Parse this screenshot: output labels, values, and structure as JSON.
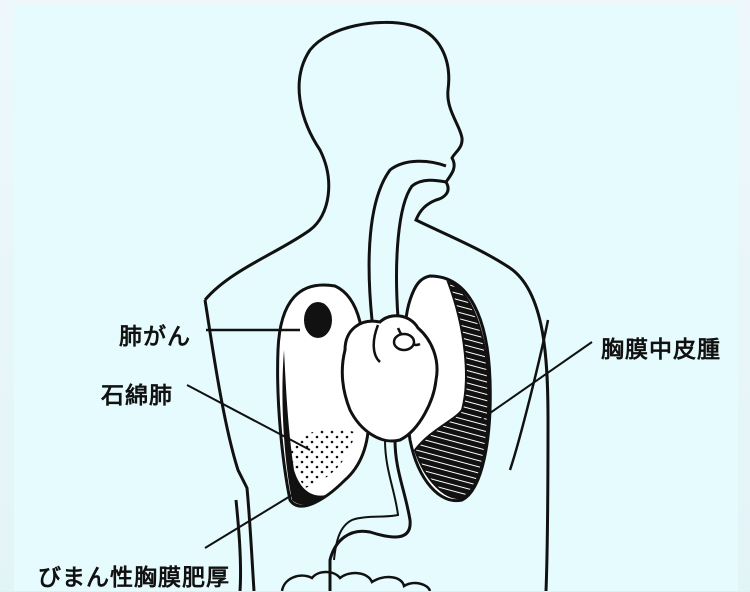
{
  "diagram": {
    "labels": {
      "lung_cancer": "肺がん",
      "asbestosis": "石綿肺",
      "pleural_mesothelioma": "胸膜中皮腫",
      "diffuse_pleural_thickening": "びまん性胸膜肥厚"
    },
    "colors": {
      "background": "#e6fbfd",
      "line": "#111111"
    }
  }
}
